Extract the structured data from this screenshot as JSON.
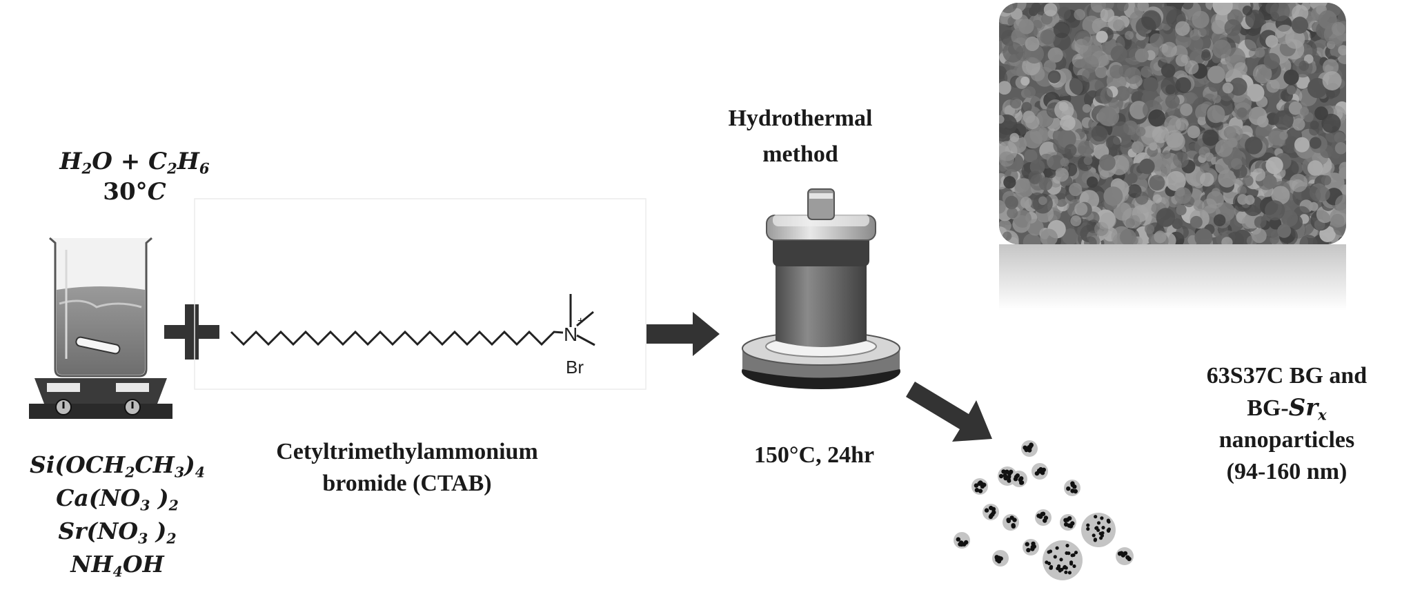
{
  "reagents": {
    "solvent_line1": "H₂O + C₂H₆",
    "temperature": "30°C",
    "precursors": [
      "Si(OCH₂CH₃)₄",
      "Ca(NO₃ )₂",
      "Sr(NO₃ )₂",
      "NH₄OH"
    ]
  },
  "surfactant": {
    "name_line1": "Cetyltrimethylammonium",
    "name_line2": "bromide (CTAB)",
    "structure_labels": {
      "nitrogen": "N",
      "charge": "+",
      "counterion": "Br"
    }
  },
  "process": {
    "title_line1": "Hydrothermal",
    "title_line2": "method",
    "conditions": "150°C, 24hr"
  },
  "product": {
    "line1": "63S37C BG and",
    "line2_prefix": "BG-",
    "line2_math": "Sr",
    "line2_sub": "x",
    "line3": "nanoparticles",
    "line4": "(94-160 nm)"
  },
  "icons": [
    "beaker-on-stirrer-icon",
    "plus-icon",
    "ctab-structure",
    "autoclave-icon",
    "arrow-right-icon",
    "arrow-diagonal-icon",
    "nanoparticles-icon",
    "sem-micrograph"
  ],
  "colors": {
    "ink": "#1a1a1a",
    "arrow": "#333333",
    "autoclave_body": "#7a7a7a",
    "particle_halo": "#c4c4c4"
  }
}
